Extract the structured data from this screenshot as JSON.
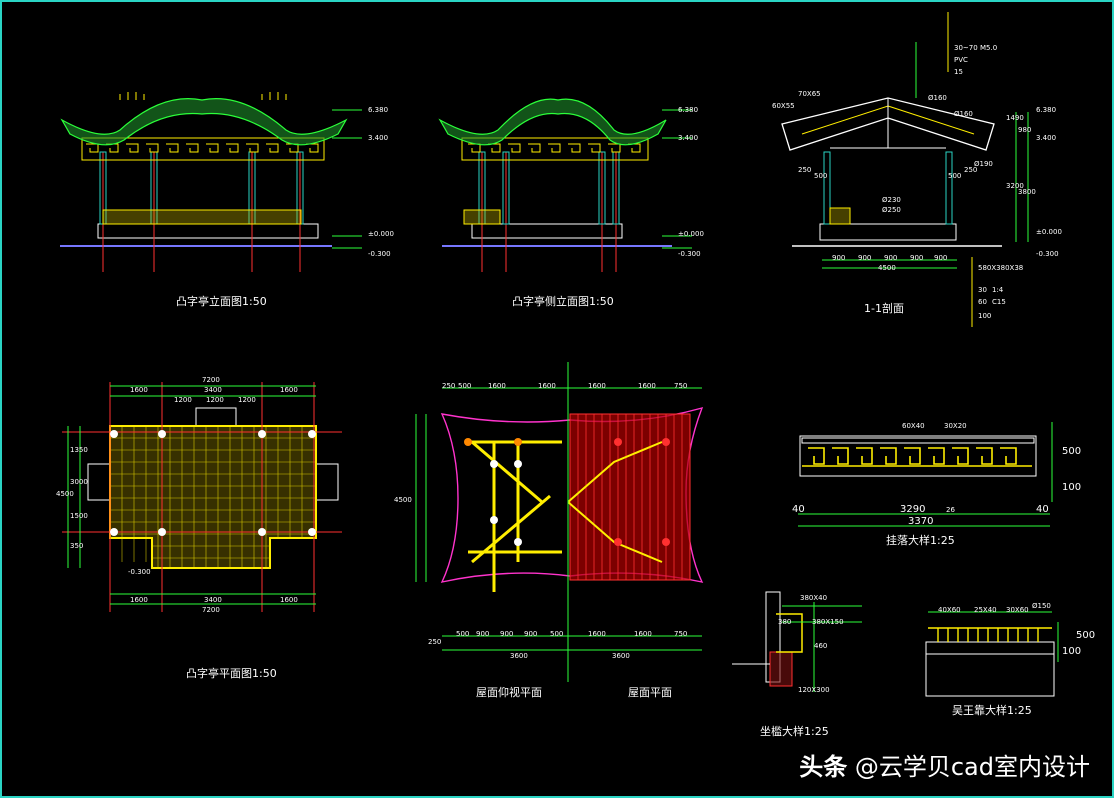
{
  "titles": {
    "front_elevation": "凸字亭立面图1:50",
    "side_elevation": "凸字亭侧立面图1:50",
    "section": "1-1剖面",
    "plan": "凸字亭平面图1:50",
    "roof_underside": "屋面仰视平面",
    "roof_plan": "屋面平面",
    "hanging_detail": "挂落大样1:25",
    "sill_detail": "坐槛大样1:25",
    "bench_detail": "吴王靠大样1:25"
  },
  "watermark": {
    "brand": "头条",
    "account": "@云学贝cad室内设计"
  },
  "elevation_marks": {
    "top": "6.380",
    "mid": "3.400",
    "floor": "±0.000",
    "ground": "-0.300"
  },
  "section_labels": {
    "stack_1": "30~70",
    "stack_1b": "M5.0",
    "stack_2": "PVC",
    "stack_3": "15",
    "member_a": "70X65",
    "member_b": "60X55",
    "member_c": "Ø160",
    "member_d": "Ø160",
    "member_e": "Ø190",
    "column_1": "Ø230",
    "column_2": "Ø250",
    "d250": "250",
    "d500": "500",
    "d3800": "3800",
    "h1490": "1490",
    "h980": "980",
    "h3200": "3200",
    "base_w": "4500",
    "bay_w": "900",
    "base_spec": "580X380X38",
    "base_1": "30",
    "base_1b": "1:4",
    "base_2": "60",
    "base_2b": "C15",
    "base_3": "100"
  },
  "plan_dims": {
    "total": "7200",
    "side": "1600",
    "center": "3400",
    "bay": "1200",
    "depth": "4500",
    "d3000": "3000",
    "d1350": "1350",
    "d1500": "1500",
    "d350": "350",
    "elev": "-0.300"
  },
  "roof_dims": {
    "d250": "250",
    "d500": "500",
    "d1600": "1600",
    "d750": "750",
    "d900": "900",
    "d3600": "3600",
    "d4500": "4500"
  },
  "hanging_dims": {
    "bar_a": "60X40",
    "bar_b": "30X20",
    "inner": "3290",
    "mark": "26",
    "overall": "3370",
    "edge": "40",
    "h500": "500",
    "h100": "100"
  },
  "sill_dims": {
    "a": "380X40",
    "b": "380X150",
    "c": "120X300",
    "d": "380",
    "e": "460"
  },
  "bench_dims": {
    "a": "40X60",
    "b": "25X40",
    "c": "30X60",
    "d": "Ø150",
    "h500": "500",
    "h100": "100"
  }
}
